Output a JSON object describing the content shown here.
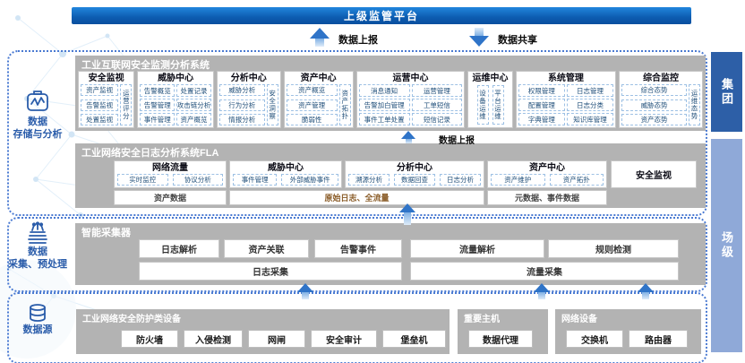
{
  "top": {
    "banner": "上级监管平台",
    "report_label": "数据上报",
    "share_label": "数据共享"
  },
  "mid": {
    "report_label": "数据上报"
  },
  "right_bars": {
    "group": "集团",
    "site": "场级"
  },
  "left_labels": {
    "l1_line1": "数据",
    "l1_line2": "存储与分析",
    "l2_line1": "数据",
    "l2_line2": "采集、预处理",
    "l3": "数据源"
  },
  "icons": {
    "storage": "storage-analytics-icon",
    "collector": "collector-icon",
    "source": "database-icon",
    "up_arrow": "up-arrow-icon",
    "down_arrow": "down-arrow-icon"
  },
  "colors": {
    "banner_blue": "#0d5cb0",
    "band_gray": "#b3b3b3",
    "group_bar": "#2d5fa7",
    "site_bar": "#8fa9d8",
    "dashed_border": "#4a7ad2",
    "chip_border": "#9ec1e4",
    "chip_text": "#1f4e79",
    "arrow_blue": "#2f74c8"
  },
  "sys1": {
    "title": "工业互联网安全监测分析系统",
    "m1": {
      "title": "安全监视",
      "items": [
        "资产监视",
        "告警监视",
        "处置监视"
      ],
      "side": "运营评分"
    },
    "m2": {
      "title": "威胁中心",
      "items": [
        "告警概览",
        "处置记录",
        "告警管理",
        "攻击链分析",
        "事件管理",
        "资产概览"
      ]
    },
    "m3": {
      "title": "分析中心",
      "items": [
        "威胁分析",
        "行为分析",
        "情报分析"
      ],
      "side": "安全洞察"
    },
    "m4": {
      "title": "资产中心",
      "items": [
        "资产概览",
        "资产管理",
        "脆弱性"
      ],
      "side": "资产拓扑"
    },
    "m5": {
      "title": "运营中心",
      "items": [
        "消息通知",
        "运营管理",
        "告警加白管理",
        "工单短信",
        "事件工单处置",
        "短信记录"
      ]
    },
    "m6": {
      "title": "运维中心",
      "items": [
        "设备运维",
        "平台运维"
      ]
    },
    "m7": {
      "title": "系统管理",
      "items": [
        "权限管理",
        "日志管理",
        "配置管理",
        "日志分类",
        "字典管理",
        "知识库管理"
      ]
    },
    "m8": {
      "title": "综合监控",
      "items": [
        "综合态势",
        "威胁态势",
        "资产态势"
      ],
      "side": "运维态势"
    }
  },
  "fla": {
    "title": "工业网络安全日志分析系统FLA",
    "m1": {
      "title": "网络流量",
      "items": [
        "实时监控",
        "协议分析"
      ],
      "foot": "资产数据"
    },
    "m2": {
      "title": "威胁中心",
      "items": [
        "事件管理",
        "外部威胁事件"
      ]
    },
    "m3": {
      "title": "分析中心",
      "items": [
        "溯源分析",
        "数据回查",
        "日志分析"
      ]
    },
    "foot_mid": "原始日志、全流量",
    "m4": {
      "title": "资产中心",
      "items": [
        "资产维护",
        "资产拓扑"
      ],
      "foot": "元数据、事件数据"
    },
    "m5": {
      "title": "安全监视"
    }
  },
  "collector": {
    "title": "智能采集器",
    "row1": [
      "日志解析",
      "资产关联",
      "告警事件",
      "流量解析",
      "规则检测"
    ],
    "foot_left": "日志采集",
    "foot_right": "流量采集"
  },
  "sources": {
    "g1": {
      "title": "工业网络安全防护类设备",
      "items": [
        "防火墙",
        "入侵检测",
        "网闸",
        "安全审计",
        "堡垒机"
      ]
    },
    "g2": {
      "title": "重要主机",
      "items": [
        "数据代理"
      ]
    },
    "g3": {
      "title": "网络设备",
      "items": [
        "交换机",
        "路由器"
      ]
    }
  }
}
